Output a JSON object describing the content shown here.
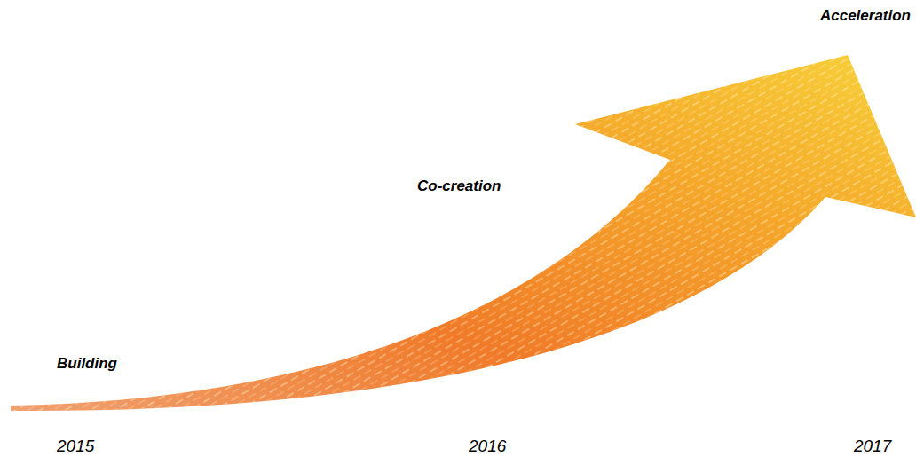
{
  "diagram": {
    "labels": [
      "Building",
      "Co-creation",
      "Acceleration",
      "2015",
      "2016",
      "2017"
    ]
  }
}
